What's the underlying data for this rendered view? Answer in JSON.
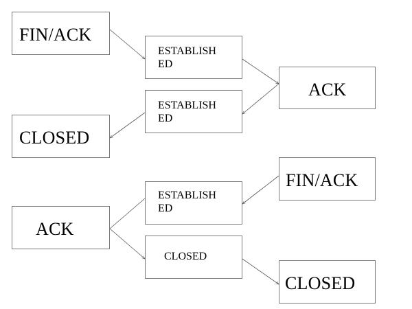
{
  "nodes": {
    "fin_ack_1": "FIN/ACK",
    "established_1": "ESTABLISH\nED",
    "ack_1": "ACK",
    "established_2": "ESTABLISH\nED",
    "closed_1": "CLOSED",
    "fin_ack_2": "FIN/ACK",
    "established_3": "ESTABLISH\nED",
    "ack_2": "ACK",
    "closed_2": "CLOSED",
    "closed_3": "CLOSED"
  },
  "edges": [
    {
      "from": "fin_ack_1",
      "to": "established_1"
    },
    {
      "from": "established_1",
      "to": "ack_1"
    },
    {
      "from": "ack_1",
      "to": "established_2"
    },
    {
      "from": "established_2",
      "to": "closed_1"
    },
    {
      "from": "fin_ack_2",
      "to": "established_3"
    },
    {
      "from": "ack_2",
      "to": "established_3"
    },
    {
      "from": "ack_2",
      "to": "closed_2"
    },
    {
      "from": "closed_2",
      "to": "closed_3"
    }
  ],
  "colors": {
    "border": "#7a7a7a",
    "line": "#555555",
    "text": "#000000",
    "background": "#ffffff"
  }
}
